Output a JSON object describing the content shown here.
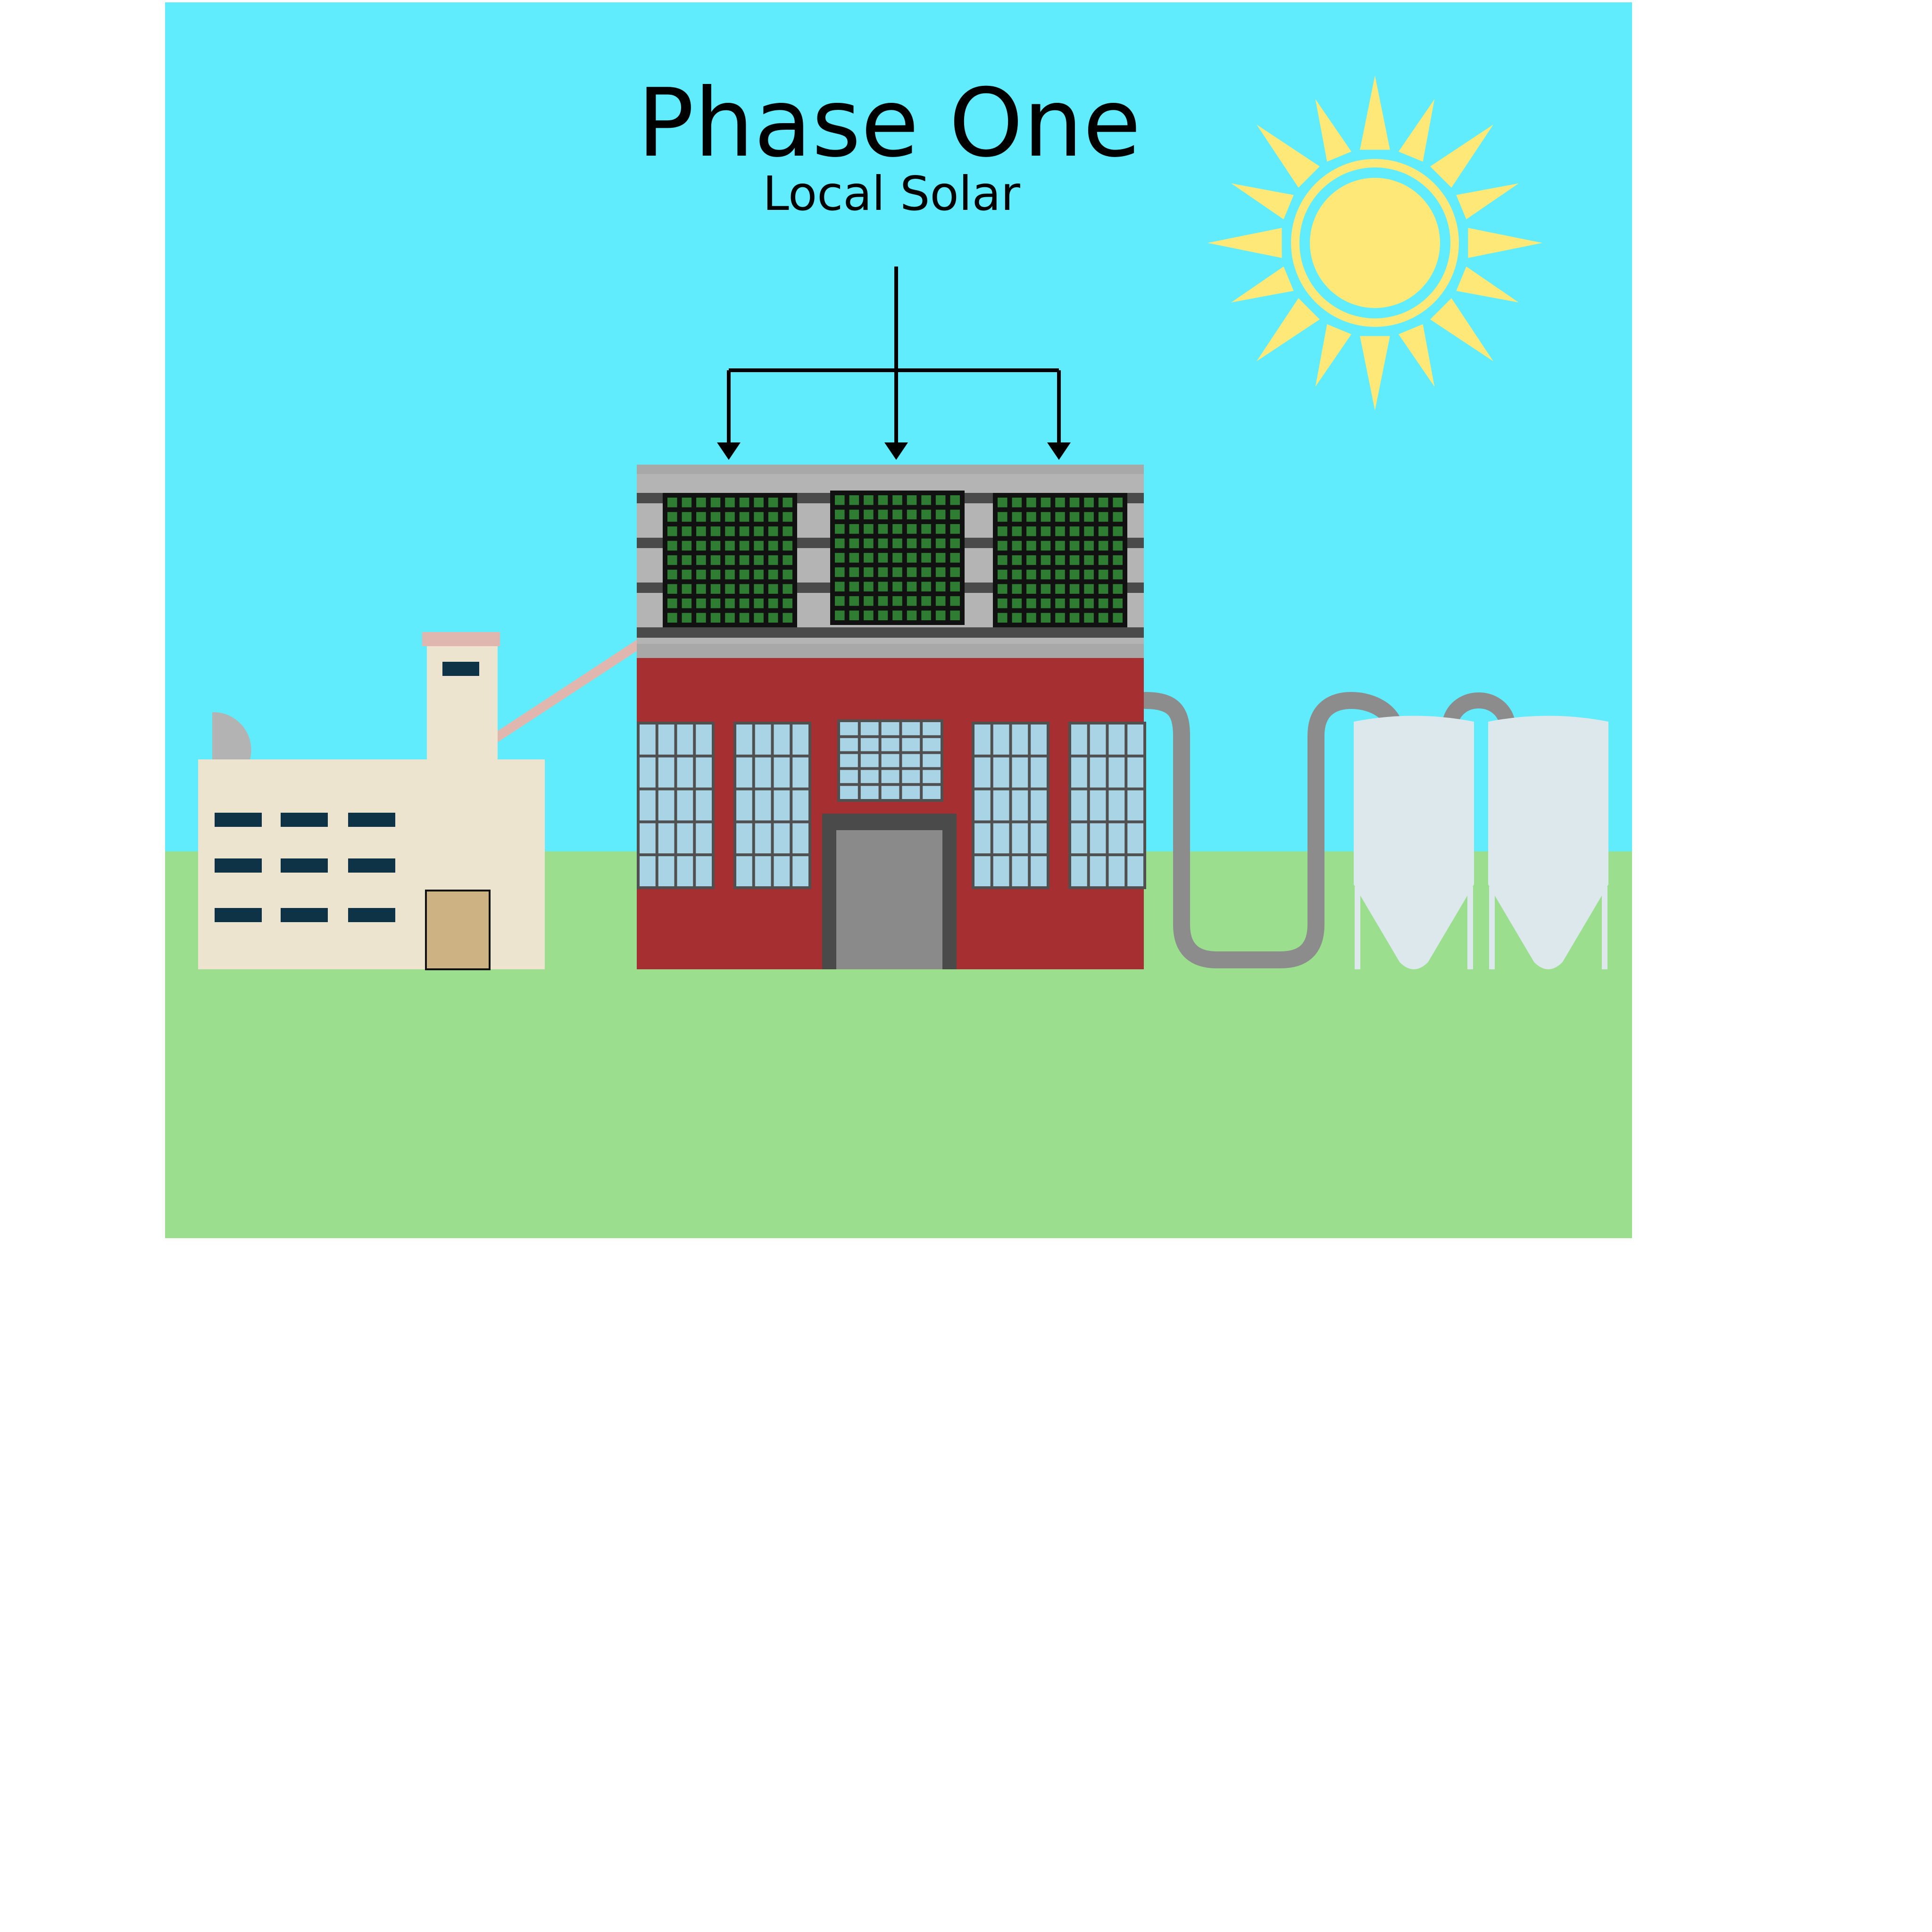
{
  "diagram": {
    "title": "Phase One",
    "subtitle": "Local Solar",
    "arrow_count": 3,
    "solar_panel_count": 3,
    "silo_count": 2
  },
  "colors": {
    "sky": "#60ecfc",
    "ground": "#9ade8e",
    "sun": "#fde878",
    "brick": "#a52f31",
    "roof_gray": "#b4b4b4",
    "roof_dark": "#4a4a4a",
    "panel_cell": "#2e7d32",
    "panel_frame": "#111111",
    "window_glass": "#a8d4e6",
    "window_frame": "#505050",
    "door": "#8a8a8a",
    "annex_wall": "#ece4cf",
    "annex_window": "#0e3346",
    "annex_door": "#cdb383",
    "chimney_cap": "#e0b7ae",
    "silo": "#dde8ec",
    "pipe": "#8c8c8c"
  },
  "icons": {
    "sun": "sun-icon",
    "arrow": "arrow-down-icon"
  }
}
